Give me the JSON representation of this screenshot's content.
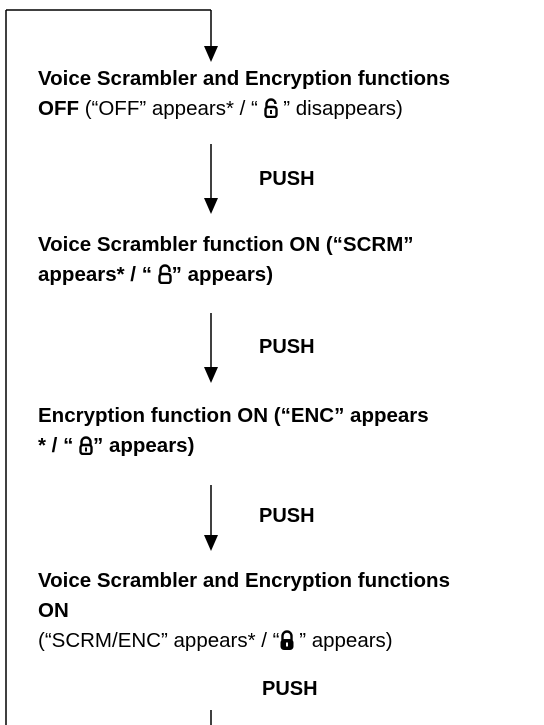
{
  "push_label": "PUSH",
  "steps": [
    {
      "line1": "Voice Scrambler and Encryption functions",
      "line2_bold": "OFF",
      "line2_a": " (“OFF” appears* / “ ",
      "line2_b": " ” disappears)",
      "lock_icon": "lock-open-icon"
    },
    {
      "line1_a": "Voice Scrambler function ",
      "line1_bold": "ON (“SCRM”",
      "line2_a": "appears* / “ ",
      "line2_b": "” appears)",
      "lock_icon": "scrambler-lock-icon"
    },
    {
      "line1_a": "Encryption function ",
      "line1_bold": "ON (“ENC” appears",
      "line2_a": "* / “ ",
      "line2_b": "” appears)",
      "lock_icon": "encryption-lock-icon"
    },
    {
      "line1": "Voice Scrambler and Encryption functions",
      "line2_bold": "ON",
      "line3_a": "(“SCRM/ENC” appears* / “",
      "line3_b": " ” appears)",
      "lock_icon": "dual-lock-icon"
    }
  ]
}
